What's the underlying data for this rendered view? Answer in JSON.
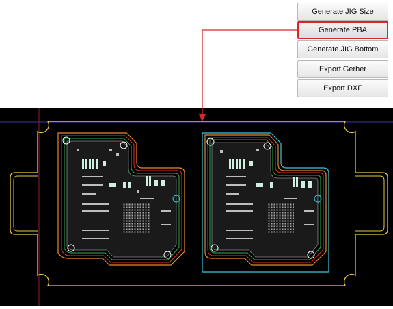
{
  "buttons": [
    {
      "label": "Generate JIG Size"
    },
    {
      "label": "Generate PBA"
    },
    {
      "label": "Generate JIG Bottom"
    },
    {
      "label": "Export Gerber"
    },
    {
      "label": "Export DXF"
    }
  ],
  "colors": {
    "highlight": "#d9262a",
    "jig_outline": "#e7c93c",
    "board_outline_orange": "#e58a2e",
    "board_outline_cyan": "#3ec6de",
    "inner_red": "#e0302c",
    "inner_green": "#2fae4f",
    "background": "#000000"
  },
  "icons": [
    "mounting-hole-icon",
    "pcb-component-icon"
  ]
}
